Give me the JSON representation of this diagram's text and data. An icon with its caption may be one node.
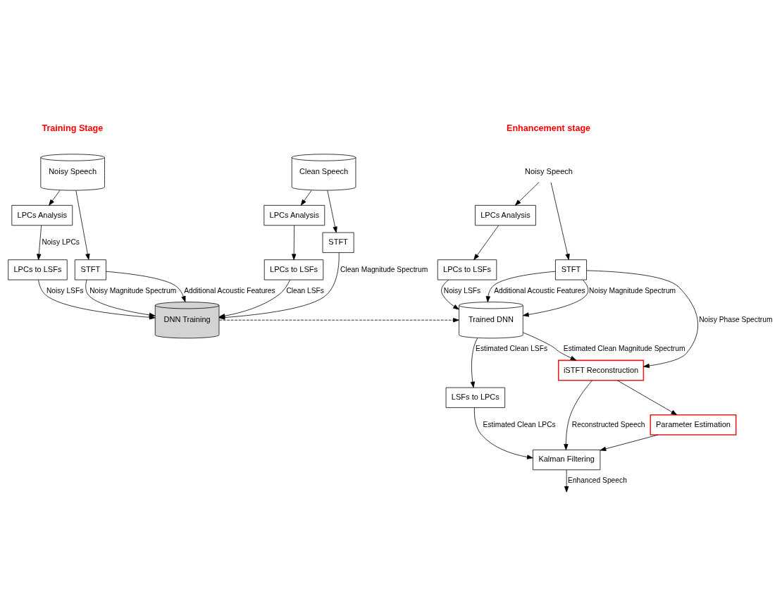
{
  "diagram": {
    "nodes": [
      {
        "text": [
          "Noisy Speech"
        ]
      },
      {
        "text": [
          "LPCs Analysis"
        ]
      },
      {
        "text": [
          "LPCs to LSFs"
        ]
      },
      {
        "text": [
          "STFT"
        ]
      },
      {
        "text": [
          "Clean Speech"
        ]
      },
      {
        "text": [
          "LPCs Analysis"
        ]
      },
      {
        "text": [
          "LPCs to LSFs"
        ]
      },
      {
        "text": [
          "STFT"
        ]
      },
      {
        "text": [
          "DNN Training"
        ]
      },
      {
        "text": [
          "Noisy Speech"
        ]
      },
      {
        "text": [
          "LPCs Analysis"
        ]
      },
      {
        "text": [
          "LPCs to LSFs"
        ]
      },
      {
        "text": [
          "STFT"
        ]
      },
      {
        "text": [
          "Trained DNN"
        ]
      },
      {
        "text": [
          "LSFs to LPCs"
        ]
      },
      {
        "text": [
          "iSTFT Reconstruction"
        ]
      },
      {
        "text": [
          "Kalman Filtering"
        ]
      },
      {
        "text": [
          "Parameter Estimation"
        ]
      }
    ],
    "edges": [
      {
        "from": 0,
        "to": 1,
        "arrow": "to"
      },
      {
        "from": 0,
        "to": 3,
        "arrow": "to"
      },
      {
        "from": 1,
        "to": 2,
        "arrow": "to",
        "label": "Noisy LPCs"
      },
      {
        "from": 2,
        "to": 8,
        "arrow": "to",
        "label": "Noisy LSFs"
      },
      {
        "from": 3,
        "to": 8,
        "arrow": "to",
        "label": "Noisy Magnitude Spectrum"
      },
      {
        "from": 3,
        "to": 8,
        "arrow": "to",
        "label": "Additional Acoustic Features"
      },
      {
        "from": 4,
        "to": 5,
        "arrow": "to"
      },
      {
        "from": 4,
        "to": 7,
        "arrow": "to"
      },
      {
        "from": 5,
        "to": 6,
        "arrow": "to"
      },
      {
        "from": 6,
        "to": 8,
        "arrow": "to",
        "label": "Clean LSFs"
      },
      {
        "from": 7,
        "to": 8,
        "arrow": "to",
        "label": "Clean Magnitude Spectrum"
      },
      {
        "from": 8,
        "to": 13,
        "arrow": "to",
        "style": "dashed"
      },
      {
        "from": 9,
        "to": 10,
        "arrow": "to"
      },
      {
        "from": 9,
        "to": 12,
        "arrow": "to"
      },
      {
        "from": 10,
        "to": 11,
        "arrow": "to"
      },
      {
        "from": 11,
        "to": 13,
        "arrow": "to",
        "label": "Noisy LSFs"
      },
      {
        "from": 12,
        "to": 13,
        "arrow": "to",
        "label": "Additional Acoustic Features"
      },
      {
        "from": 12,
        "to": 13,
        "arrow": "to",
        "label": "Noisy Magnitude Spectrum"
      },
      {
        "from": 12,
        "to": 15,
        "arrow": "to",
        "label": "Noisy Phase Spectrum"
      },
      {
        "from": 13,
        "to": 14,
        "arrow": "to",
        "label": "Estimated Clean LSFs"
      },
      {
        "from": 13,
        "to": 15,
        "arrow": "to",
        "label": "Estimated Clean Magnitude Spectrum"
      },
      {
        "from": 14,
        "to": 16,
        "arrow": "to",
        "label": "Estimated Clean LPCs"
      },
      {
        "from": 15,
        "to": 16,
        "arrow": "to",
        "label": "Reconstructed Speech"
      },
      {
        "from": 15,
        "to": 17,
        "arrow": "to"
      },
      {
        "from": 17,
        "to": 16,
        "arrow": "to"
      },
      {
        "from": 16,
        "to": null,
        "arrow": "to",
        "label": "Enhanced Speech"
      }
    ],
    "labels": [
      "Training Stage",
      "Enhancement stage"
    ]
  }
}
